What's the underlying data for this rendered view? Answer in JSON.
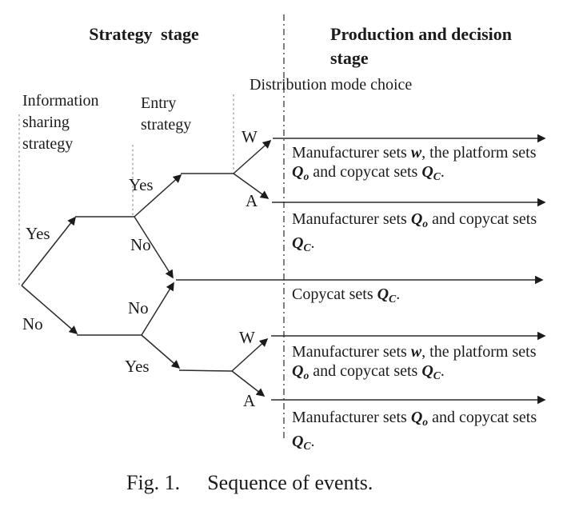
{
  "figure": {
    "stage_headers": {
      "strategy": "Strategy stage",
      "production": "Production and decision stage"
    },
    "decision_labels": {
      "information_sharing": "Information sharing strategy",
      "entry": "Entry strategy",
      "distribution": "Distribution mode choice"
    },
    "branch_labels": {
      "info_yes": "Yes",
      "info_no": "No",
      "entry_top_yes": "Yes",
      "entry_top_no": "No",
      "entry_bottom_no": "No",
      "entry_bottom_yes": "Yes",
      "dist_top_wholesale": "W",
      "dist_top_agency": "A",
      "dist_bottom_wholesale": "W",
      "dist_bottom_agency": "A"
    },
    "outcomes": {
      "wholesale": {
        "segments": [
          {
            "t": "Manufacturer sets "
          },
          {
            "t": "w",
            "i": true
          },
          {
            "t": ", the platform sets "
          },
          {
            "t": "Q",
            "i": true
          },
          {
            "t": "o",
            "i": true,
            "sub": true
          },
          {
            "t": " and copycat sets "
          },
          {
            "t": "Q",
            "i": true
          },
          {
            "t": "C",
            "i": true,
            "sub": true
          },
          {
            "t": "."
          }
        ]
      },
      "agency": {
        "segments": [
          {
            "t": "Manufacturer sets "
          },
          {
            "t": "Q",
            "i": true
          },
          {
            "t": "o",
            "i": true,
            "sub": true
          },
          {
            "t": " and copycat sets "
          },
          {
            "t": "Q",
            "i": true
          },
          {
            "t": "C",
            "i": true,
            "sub": true
          },
          {
            "t": "."
          }
        ]
      },
      "no_entry": {
        "segments": [
          {
            "t": "Copycat sets "
          },
          {
            "t": "Q",
            "i": true
          },
          {
            "t": "C",
            "i": true,
            "sub": true
          },
          {
            "t": "."
          }
        ]
      }
    },
    "caption": {
      "label": "Fig. 1.",
      "title": "Sequence of events."
    },
    "colors": {
      "line": "#2b2b2b",
      "dotted_divider": "#9a9a9a",
      "dashdot_divider": "#4a4a4a",
      "text": "#1b1b1b",
      "background": "#ffffff"
    }
  }
}
